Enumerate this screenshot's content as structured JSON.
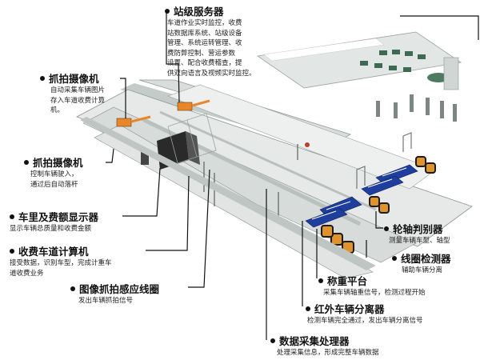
{
  "labels": {
    "station_server": {
      "title": "站级服务器",
      "desc": [
        "车道作业实时监控，收费",
        "站数据库系统、站级设备",
        "管理、系统运转管理、收",
        "费防弊控制、营运参数",
        "设置、配合收费稽查，提",
        "供双向语言及视频实时监控。"
      ]
    },
    "camera_top": {
      "title": "抓拍摄像机",
      "desc": [
        "自动采集车辆图片",
        "存入车道收费计算",
        "机。"
      ]
    },
    "camera_mid": {
      "title": "抓拍摄像机",
      "desc": [
        "控制车辆驶入，",
        "通过后自动落杆"
      ]
    },
    "fee_display": {
      "title": "车里及费额显示器",
      "desc": [
        "显示车辆总质量和收费金额"
      ]
    },
    "lane_computer": {
      "title": "收费车道计算机",
      "desc": [
        "接受数据，识别车型，完成计重车",
        "道收费业务"
      ]
    },
    "capture_coil": {
      "title": "图像抓拍感应线圈",
      "desc": [
        "发出车辆抓拍信号"
      ]
    },
    "axle_detector": {
      "title": "轮轴判别器",
      "desc": [
        "测量车辆车型、轴型"
      ]
    },
    "loop_detector": {
      "title": "线圈检测器",
      "desc": [
        "辅助车辆分离"
      ]
    },
    "weigh_platform": {
      "title": "称重平台",
      "desc": [
        "采集车辆轴重信号，检测过程开始"
      ]
    },
    "ir_separator": {
      "title": "红外车辆分离器",
      "desc": [
        "检测车辆完全通过，发出车辆分离信号"
      ]
    },
    "data_processor": {
      "title": "数据采集处理器",
      "desc": [
        "处理采集信息，形成完整车辆数据"
      ]
    }
  }
}
